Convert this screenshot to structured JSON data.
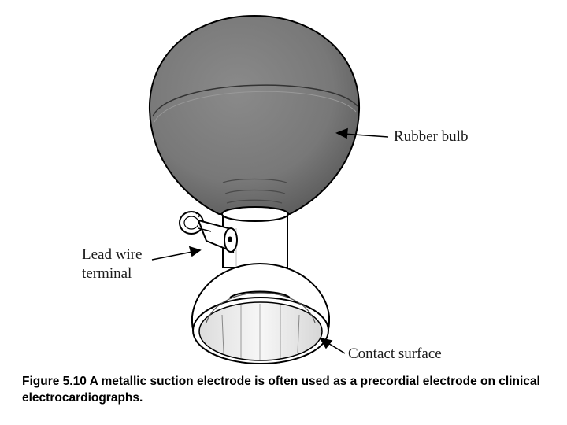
{
  "diagram": {
    "labels": {
      "bulb": "Rubber bulb",
      "lead_line1": "Lead wire",
      "lead_line2": "terminal",
      "contact": "Contact surface"
    },
    "caption": "Figure 5.10 A metallic suction electrode is often used as a precordial electrode on clinical electrocardiographs.",
    "colors": {
      "bulb_fill": "#7e7e7e",
      "line": "#000000",
      "metal": "#ffffff"
    }
  }
}
